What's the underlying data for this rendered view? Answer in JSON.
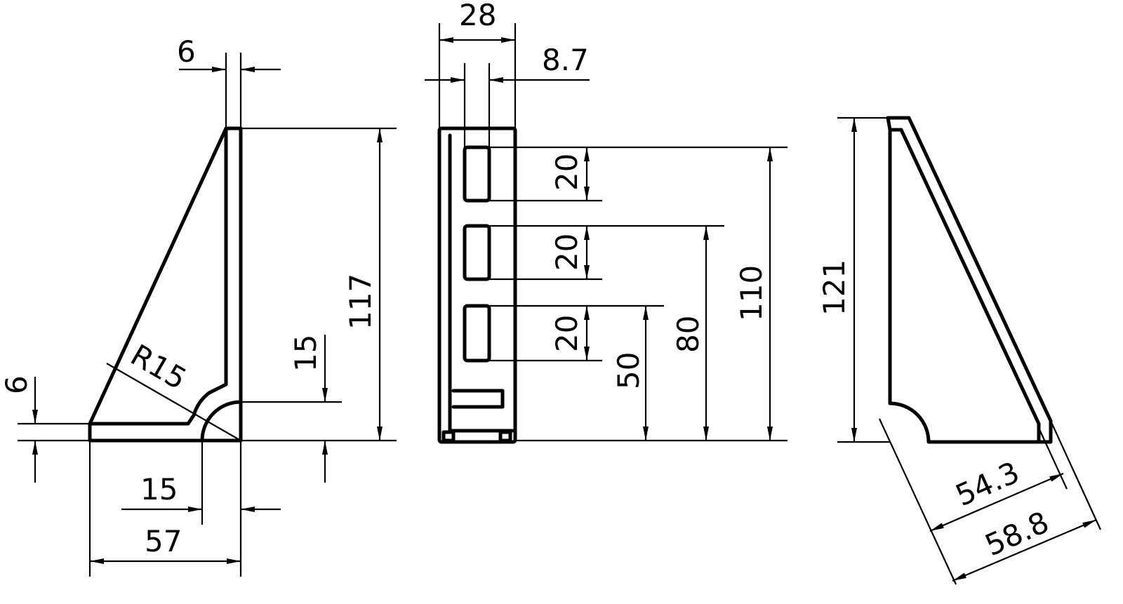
{
  "colors": {
    "line": "#000000",
    "background": "#ffffff"
  },
  "side_view": {
    "dims": {
      "thickness_top": "6",
      "height": "117",
      "fillet_height": "15",
      "thickness_base": "6",
      "radius": "R15",
      "fillet_width": "15",
      "width": "57"
    }
  },
  "front_view": {
    "dims": {
      "width": "28",
      "slot_offset": "8.7",
      "slot1": "20",
      "slot2": "20",
      "slot3": "20",
      "pos50": "50",
      "pos80": "80",
      "pos110": "110"
    }
  },
  "rear_view": {
    "dims": {
      "height": "121",
      "inner_length": "54.3",
      "outer_length": "58.8"
    }
  }
}
